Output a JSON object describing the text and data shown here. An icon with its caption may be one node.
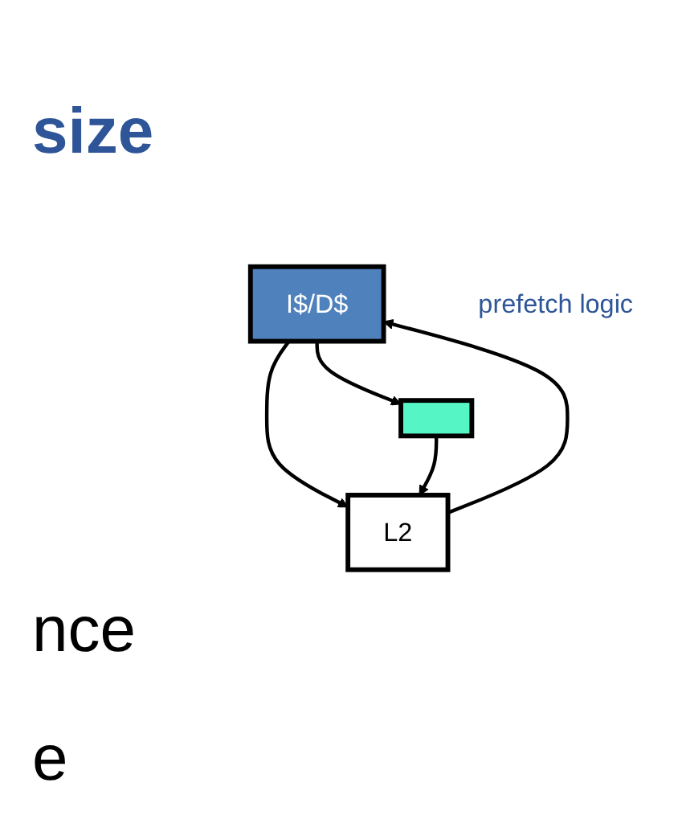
{
  "diagram": {
    "nodes": [
      {
        "text": [
          "I$/D$"
        ]
      },
      {
        "text": [],
        "shape": "box",
        "beside": [
          "prefetch logic"
        ]
      },
      {
        "text": [
          "L2"
        ]
      }
    ],
    "edges": [
      {
        "from": 0,
        "to": 2,
        "arrow": "to"
      },
      {
        "from": 2,
        "to": 0,
        "arrow": "to"
      },
      {
        "from": 0,
        "to": 1,
        "arrow": "to"
      },
      {
        "from": 1,
        "to": 2,
        "arrow": "to"
      }
    ],
    "labels": [
      "size",
      "nce",
      "e"
    ]
  }
}
